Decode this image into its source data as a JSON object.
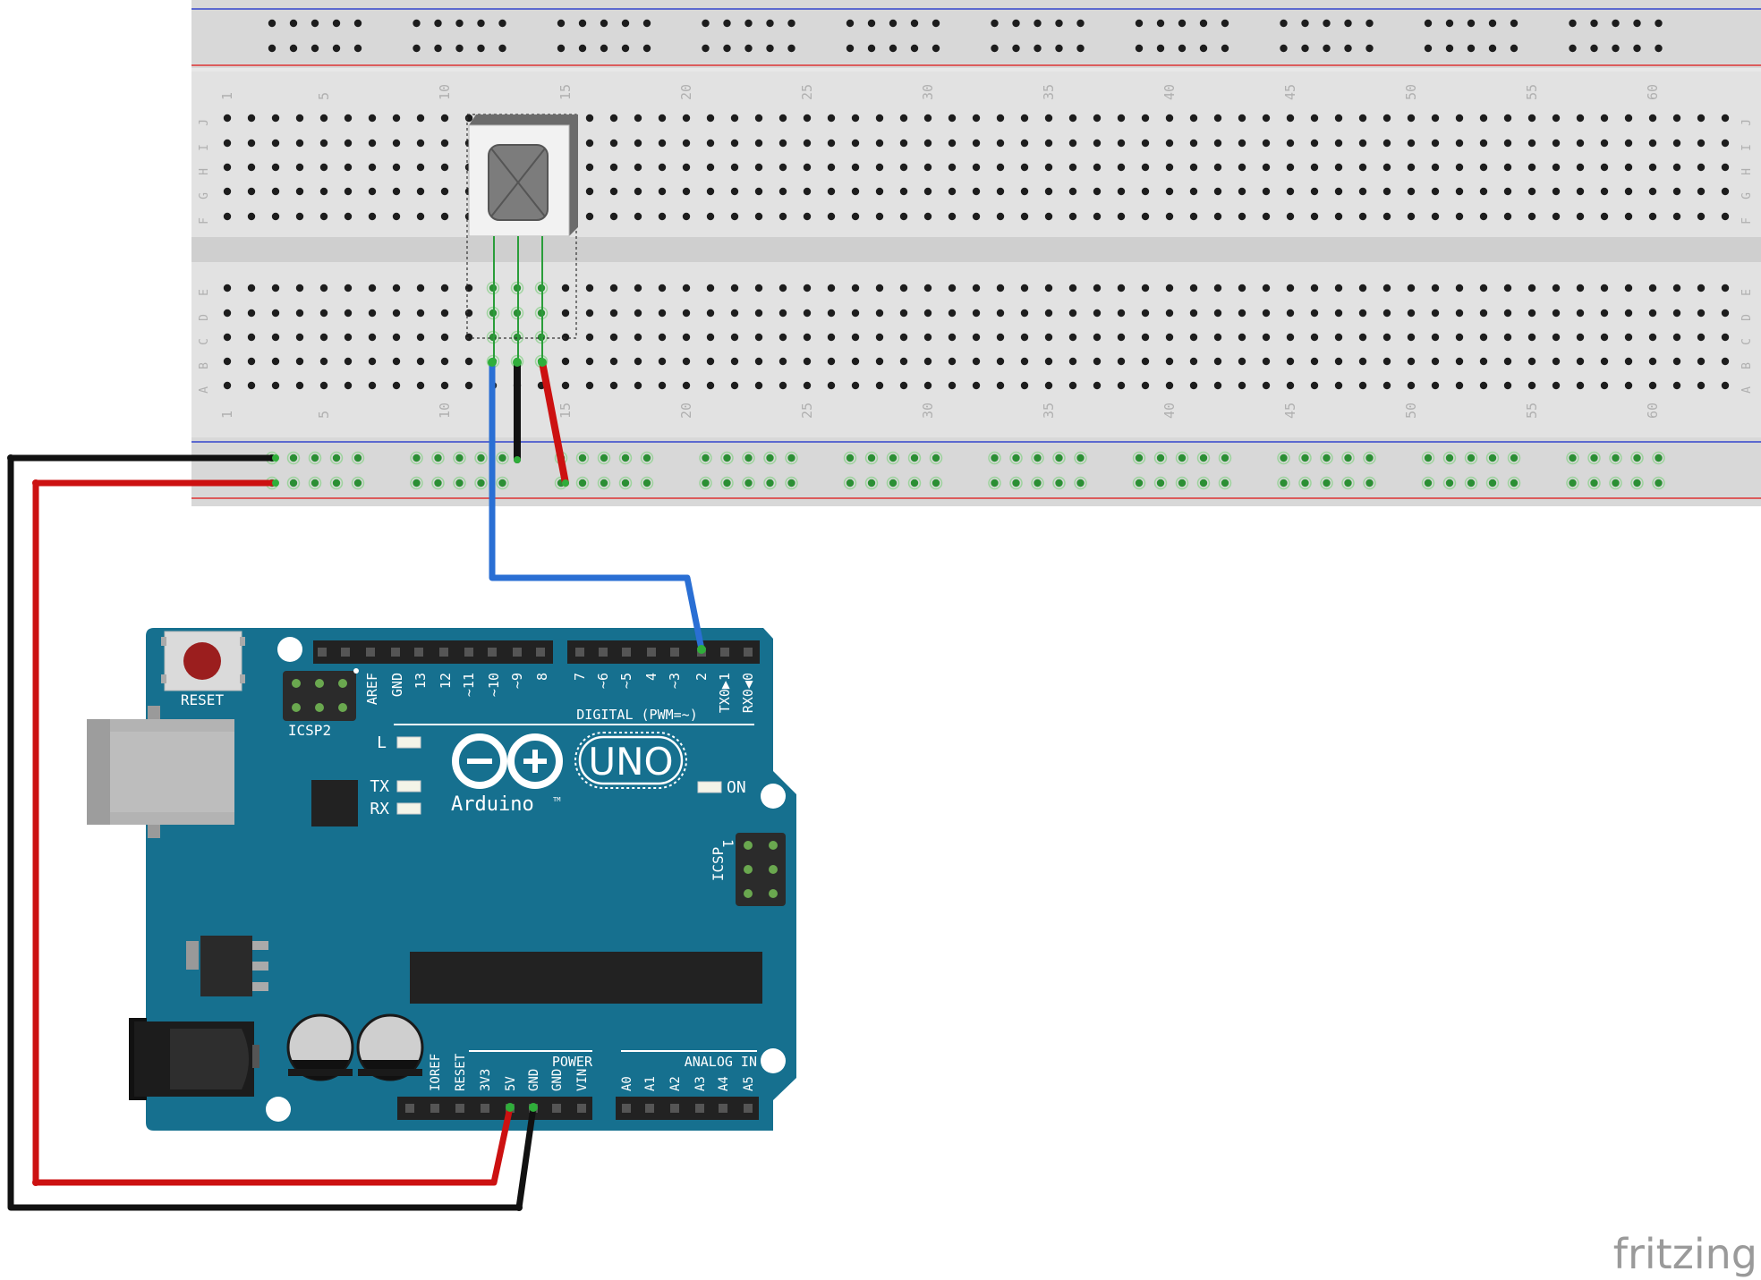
{
  "breadboard": {
    "column_numbers": [
      "1",
      "5",
      "10",
      "15",
      "20",
      "25",
      "30",
      "35",
      "40",
      "45",
      "50",
      "55",
      "60"
    ],
    "row_letters_top": [
      "J",
      "I",
      "H",
      "G",
      "F"
    ],
    "row_letters_bottom": [
      "E",
      "D",
      "C",
      "B",
      "A"
    ]
  },
  "board": {
    "reset_label": "RESET",
    "icsp2_label": "ICSP2",
    "icsp_label": "ICSP",
    "icsp_pin1": "1",
    "digital_pins_left": [
      "AREF",
      "GND",
      "13",
      "12",
      "~11",
      "~10",
      "~9",
      "8"
    ],
    "digital_pins_right": [
      "7",
      "~6",
      "~5",
      "4",
      "~3",
      "2",
      "TX0▶1",
      "RX0◀0"
    ],
    "digital_label": "DIGITAL (PWM=~)",
    "led_l": "L",
    "led_tx": "TX",
    "led_rx": "RX",
    "led_on": "ON",
    "logo_text": "Arduino",
    "logo_tm": "TM",
    "model": "UNO",
    "power_label": "POWER",
    "power_pins": [
      "IOREF",
      "RESET",
      "3V3",
      "5V",
      "GND",
      "GND",
      "VIN"
    ],
    "analog_label": "ANALOG IN",
    "analog_pins": [
      "A0",
      "A1",
      "A2",
      "A3",
      "A4",
      "A5"
    ]
  },
  "watermark": "fritzing",
  "colors": {
    "board": "#16708f",
    "wire_red": "#cc1111",
    "wire_black": "#111111",
    "wire_blue": "#2a6fd4",
    "breadboard": "#dedede"
  },
  "wires": [
    "signal-wire",
    "ground-wire",
    "power-wire",
    "board-5v-wire",
    "board-gnd-wire"
  ]
}
